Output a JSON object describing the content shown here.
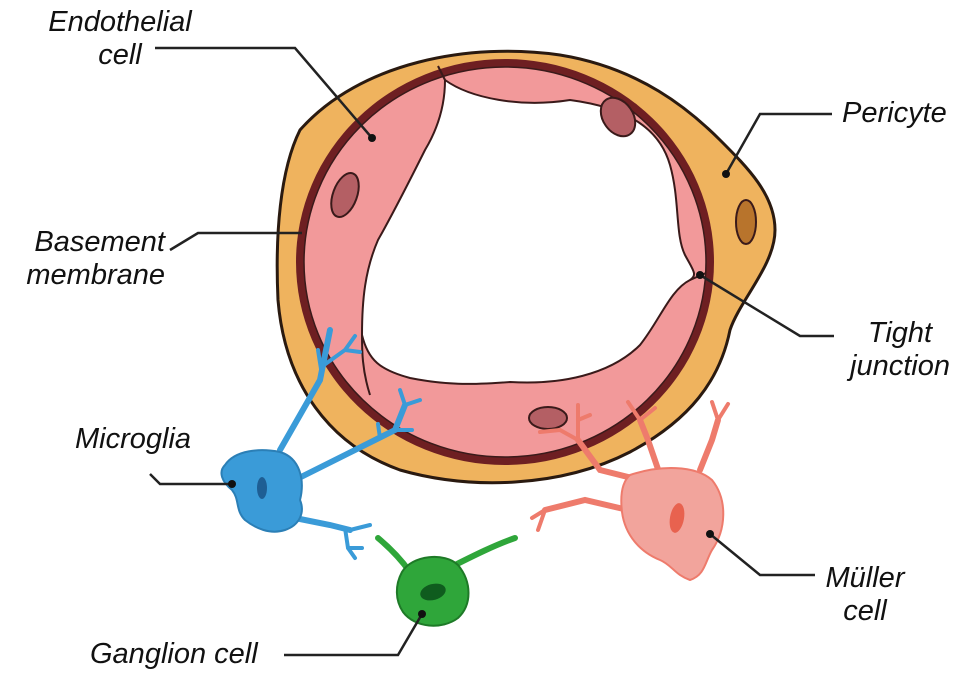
{
  "labels": {
    "endothelial": [
      "Endothelial",
      "cell"
    ],
    "basement": [
      "Basement",
      "membrane"
    ],
    "pericyte": [
      "Pericyte"
    ],
    "tight": [
      "Tight",
      "junction"
    ],
    "microglia": [
      "Microglia"
    ],
    "ganglion": [
      "Ganglion cell"
    ],
    "muller": [
      "Müller",
      "cell"
    ]
  },
  "colors": {
    "pericyte": "#EFB35E",
    "basement_membrane": "#6E1F22",
    "endothelium": "#F2999A",
    "endothelial_nucleus": "#B45F64",
    "pericyte_nucleus": "#B8742C",
    "microglia": "#3A9BD8",
    "ganglion": "#2FA63A",
    "muller": "#F2A49C",
    "muller_stroke": "#EE7B6C",
    "leader_line": "#222222"
  }
}
